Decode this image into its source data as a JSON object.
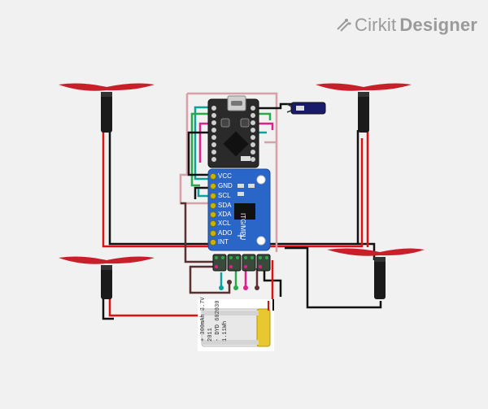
{
  "brand": {
    "name_part1": "Cirkit",
    "name_part2": "Designer",
    "icon": "cirkit-logo-icon"
  },
  "mpu": {
    "title": "ITG/MPU",
    "pins": [
      "VCC",
      "GND",
      "SCL",
      "SDA",
      "XDA",
      "XCL",
      "ADO",
      "INT"
    ]
  },
  "battery": {
    "label_lines": [
      "+ 300mAh 3.7V 2011",
      "- DYD 602030 1.11Wh"
    ]
  },
  "colors": {
    "background": "#f1f1f1",
    "propeller": "#c8202a",
    "wire_black": "#111111",
    "wire_red": "#e01010",
    "wire_teal": "#0aa39a",
    "wire_green": "#2aa84a",
    "wire_magenta": "#e0208a",
    "wire_brown": "#5a3030",
    "wire_pink": "#d8a0a8",
    "mcu_board": "#2a2a2a",
    "mpu_board": "#2a66c8"
  }
}
